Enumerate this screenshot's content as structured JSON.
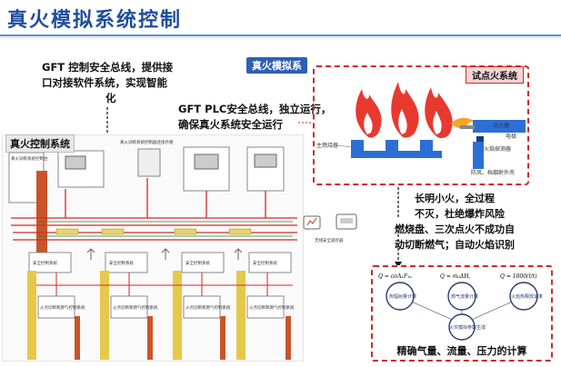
{
  "title": "真火模拟系统控制",
  "callouts": {
    "c1_line1": "GFT 控制安全总线，提供接",
    "c1_line2": "口对接软件系统，实现智能",
    "c1_line3": "化",
    "c2_line1": "GFT PLC安全总线，独立运行，",
    "c2_line2": "确保真火系统安全运行"
  },
  "sim_label": "真火模拟系",
  "system_panel": {
    "label": "真火控制系统",
    "sub_left": "真火训练系统控制台",
    "sub_top": "真火训练系统控制器连接外图",
    "boxes": [
      "安全控制系统",
      "安全控制系统",
      "安全控制系统",
      "安全控制系统",
      "火点切断和燃气控制系统",
      "火点切断和燃气控制系统",
      "火点切断和燃气控制系统",
      "火点切断和燃气控制系统"
    ],
    "right_note": "无线安全遥控器"
  },
  "fire_panel": {
    "label": "试点火系统",
    "burner": "主燃烧器",
    "igniter": "点火器",
    "electrode": "电极",
    "detector": "火焰探测器",
    "shell": "防风、档烟射外壳"
  },
  "bullets": [
    "长明小火，全过程",
    "不灭，杜绝爆炸风险",
    "燃烧盘、三次点火不成功自",
    "动切断燃气；自动火焰识别"
  ],
  "calc": {
    "formulas": [
      "Q = εσA₁F₁ₐ",
      "Q = ṁ₀ΔH꜀",
      "Q = 1000(ṫ/t)"
    ],
    "circles": [
      "热辐射量计算",
      "燃气流量计算",
      "火焰热释放速率",
      "火灾模拟参数生成"
    ],
    "caption": "精确气量、流量、压力的计算"
  },
  "colors": {
    "accent_blue": "#1f4e9c",
    "alert_red": "#d12a2a",
    "flame_red": "#e8392f",
    "flame_orange": "#f5a623"
  }
}
